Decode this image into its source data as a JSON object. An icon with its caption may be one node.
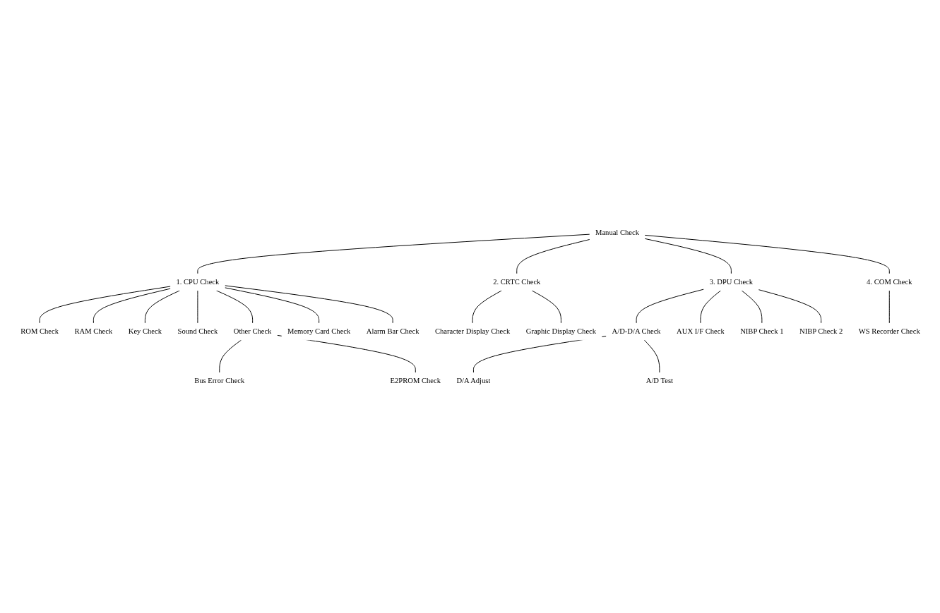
{
  "diagram": {
    "nodes": [
      {
        "text": [
          "Manual Check"
        ]
      },
      {
        "text": [
          "1.  CPU Check"
        ]
      },
      {
        "text": [
          "ROM Check"
        ]
      },
      {
        "text": [
          "RAM Check"
        ]
      },
      {
        "text": [
          "Key Check"
        ]
      },
      {
        "text": [
          "Sound Check"
        ]
      },
      {
        "text": [
          "Other Check"
        ]
      },
      {
        "text": [
          "Bus Error Check"
        ]
      },
      {
        "text": [
          "E2PROM Check"
        ]
      },
      {
        "text": [
          "Memory Card Check"
        ]
      },
      {
        "text": [
          "Alarm Bar Check"
        ]
      },
      {
        "text": [
          "2.  CRTC Check"
        ]
      },
      {
        "text": [
          "Character Display Check"
        ]
      },
      {
        "text": [
          "Graphic Display Check"
        ]
      },
      {
        "text": [
          "3.  DPU Check"
        ]
      },
      {
        "text": [
          "A/D-D/A Check"
        ]
      },
      {
        "text": [
          "D/A Adjust"
        ]
      },
      {
        "text": [
          "A/D Test"
        ]
      },
      {
        "text": [
          "AUX I/F Check"
        ]
      },
      {
        "text": [
          "NIBP Check 1"
        ]
      },
      {
        "text": [
          "NIBP Check 2"
        ]
      },
      {
        "text": [
          "4.  COM Check"
        ]
      },
      {
        "text": [
          "WS Recorder Check"
        ]
      }
    ],
    "edges": [
      {
        "from": 0,
        "to": 1,
        "arrow": "none"
      },
      {
        "from": 0,
        "to": 11,
        "arrow": "none"
      },
      {
        "from": 0,
        "to": 14,
        "arrow": "none"
      },
      {
        "from": 0,
        "to": 21,
        "arrow": "none"
      },
      {
        "from": 1,
        "to": 2,
        "arrow": "none"
      },
      {
        "from": 1,
        "to": 3,
        "arrow": "none"
      },
      {
        "from": 1,
        "to": 4,
        "arrow": "none"
      },
      {
        "from": 1,
        "to": 5,
        "arrow": "none"
      },
      {
        "from": 1,
        "to": 6,
        "arrow": "none"
      },
      {
        "from": 6,
        "to": 7,
        "arrow": "none"
      },
      {
        "from": 6,
        "to": 8,
        "arrow": "none"
      },
      {
        "from": 1,
        "to": 9,
        "arrow": "none"
      },
      {
        "from": 1,
        "to": 10,
        "arrow": "none"
      },
      {
        "from": 11,
        "to": 12,
        "arrow": "none"
      },
      {
        "from": 11,
        "to": 13,
        "arrow": "none"
      },
      {
        "from": 14,
        "to": 15,
        "arrow": "none"
      },
      {
        "from": 15,
        "to": 16,
        "arrow": "none"
      },
      {
        "from": 15,
        "to": 17,
        "arrow": "none"
      },
      {
        "from": 14,
        "to": 18,
        "arrow": "none"
      },
      {
        "from": 14,
        "to": 19,
        "arrow": "none"
      },
      {
        "from": 14,
        "to": 20,
        "arrow": "none"
      },
      {
        "from": 21,
        "to": 22,
        "arrow": "none"
      }
    ]
  }
}
